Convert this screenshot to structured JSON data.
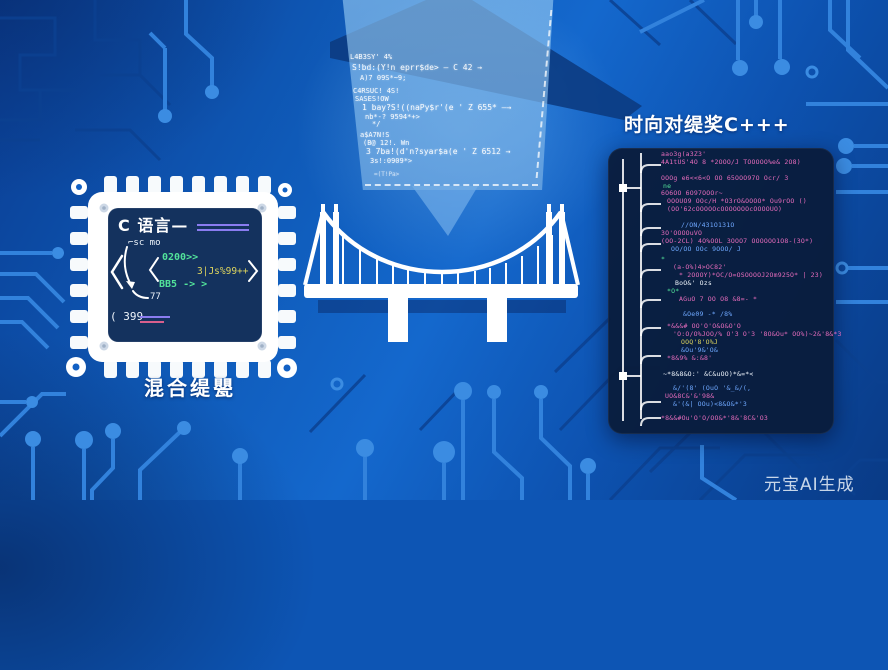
{
  "watermark": "元宝AI生成",
  "palette": {
    "background_blue": "#0d55b4",
    "trace_light": "#3182dc",
    "trace_dark": "#0c4190",
    "panel_navy": "#0a1c3a",
    "holo_blue": "#8fc2e8",
    "code_pink": "#e66cbc",
    "code_green": "#52e29a",
    "code_yellow": "#ddd45e",
    "code_blue": "#6fa8ff"
  },
  "chip": {
    "title": "C 语言—",
    "label": "混合缇甖",
    "screen_code": {
      "fn": "⌐sc mo",
      "n1": "0200>>",
      "n2": "3|Js%99++",
      "n2_close": "〉",
      "n3": "BB5 -> >",
      "n4": "77",
      "n5": "( 399"
    }
  },
  "holo_panel": {
    "lines": [
      "L4B3SY' 4%",
      "S!bd:(Y!n eprr$de> — C 42 →",
      "A)7 09S*~9;",
      "C4RSUC! 4S!",
      "SASES!OW",
      "1 bay?S!((naPy$r'(e ' Z 655* —→",
      "nb*-? 9594*+>",
      "*/",
      "a$A7N!S",
      "(B@ 12!. Wn",
      "3 7ba!(d'n?syar$a(e ' Z 6512 →",
      "3s!:0909*>",
      "=(T!Pa>"
    ]
  },
  "right_panel": {
    "title": "时向对缇奖C+++",
    "lines": [
      "aao3g(a3Z3'",
      "4A1tUS'4O 8 *2OOO/J TOOOOO%e& 2O8)",
      "OOOg e6<<6<O OO 65OOO97O Ocr/ 3",
      "ne",
      "6O6OO 6O97OOOr~",
      "OOOUO9 OOc/H *O3rO&OOOO* Ou9rOO ()",
      "(OO'62cOOOOOcOOOOOOOcOOOOUO)",
      "//ON/431O131O",
      "3O'OOOOuVO",
      "(OO-2CL) 4O%OOL 3OOO7 OOOOOO1O8-(3O*)",
      "OO/OO OOc 9OOO/ J",
      "*",
      "(a-O%)4>OC82'",
      "* 2OOOY)*OC/O=OSOOOOJ2Om925O* | 23)",
      "BoO&' Ozs",
      "*O*",
      "AGuO 7 OO O8 &8=- *",
      "&Oe09 -* /8%",
      "*&&&# OO'O'O&O&O'O",
      "'O:O/O%JOO/% O'3 O'3 '8O&Ou* OO%)~2&'8&*3",
      "OOQ'8'O%J",
      "&Ou'9&'O&",
      "*8&9% &:&8'",
      "~*8&8&O:' &C&uOO)*&=*<",
      "&/'(8' (OuO '&_&/(,",
      "UO&8C&'&'98&",
      "&'(&| OOu)<8&O&*'3",
      "*8&&#Ou'O'O/OO&*'8&'8C&'O3"
    ]
  }
}
